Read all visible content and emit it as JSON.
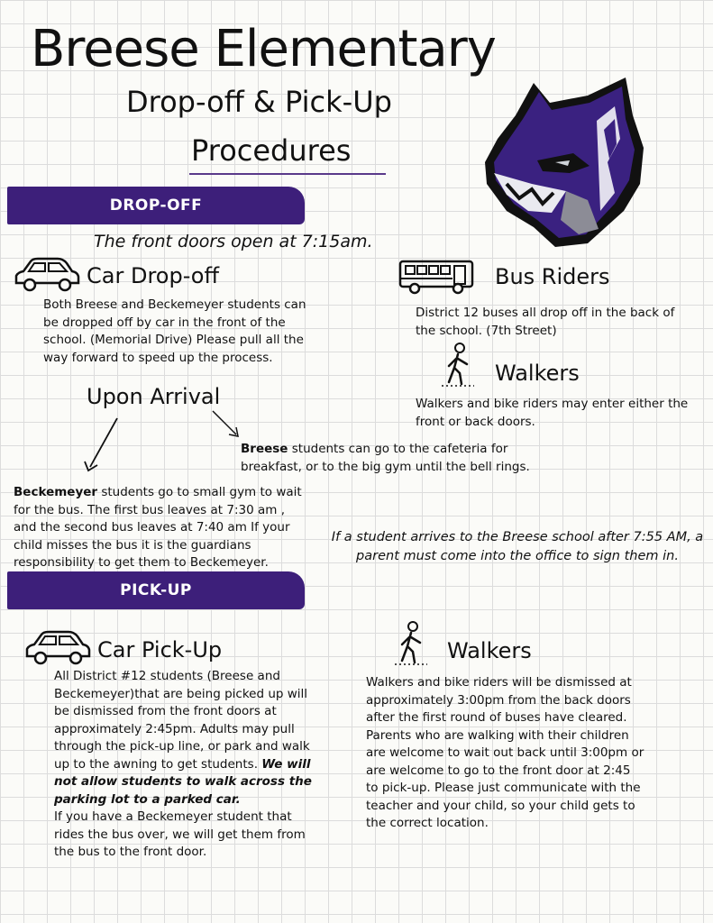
{
  "header": {
    "title": "Breese Elementary",
    "subtitle_line1": "Drop-off & Pick-Up",
    "subtitle_line2": "Procedures"
  },
  "colors": {
    "accent": "#3d1f7a",
    "mascot_purple": "#3a2180"
  },
  "dropoff": {
    "band_label": "DROP-OFF",
    "doors_open": "The front doors open at 7:15am.",
    "car": {
      "icon": "car-icon",
      "heading": "Car Drop-off",
      "text": "Both Breese and Beckemeyer students can be dropped off by car in the front of the school. (Memorial Drive) Please pull all the way forward to speed up the process."
    },
    "bus": {
      "icon": "bus-icon",
      "heading": "Bus Riders",
      "text": "District 12 buses all drop off in the back of the school. (7th Street)"
    },
    "walkers": {
      "icon": "pedestrian-icon",
      "heading": "Walkers",
      "text": "Walkers and bike riders may enter either the front or back doors."
    },
    "upon_arrival": "Upon Arrival",
    "breese": {
      "bold": "Breese",
      "text": " students can go to the cafeteria for breakfast, or to the big gym until the bell rings."
    },
    "beckemeyer": {
      "bold": "Beckemeyer",
      "text": " students go to small gym to wait for the bus. The first bus leaves at 7:30 am , and the second bus leaves at 7:40 am If your child misses the bus it is the guardians responsibility to get them to Beckemeyer."
    },
    "late_notice": "If a student arrives to the Breese school after 7:55 AM, a parent must come into the office to sign them in."
  },
  "pickup": {
    "band_label": "PICK-UP",
    "car": {
      "icon": "car-icon",
      "heading": "Car Pick-Up",
      "text1": "All District #12 students (Breese and Beckemeyer)that are being picked up will be dismissed from the front doors at approximately 2:45pm.  Adults may pull through the pick-up line, or park and walk up to the awning to get students. ",
      "bold_italic": "We will not allow students to walk across the parking lot to a parked car.",
      "text2": "If you have a Beckemeyer student that rides the bus over, we will get them from the bus to the front door."
    },
    "walkers": {
      "icon": "pedestrian-icon",
      "heading": "Walkers",
      "text": "Walkers and bike riders will be dismissed at approximately 3:00pm from the back doors after the first round of buses have cleared. Parents who are walking with their children are welcome to wait out back until 3:00pm or are welcome to go to the front door at 2:45 to pick-up. Please just communicate with the teacher and your child, so your child gets to the correct location."
    }
  }
}
